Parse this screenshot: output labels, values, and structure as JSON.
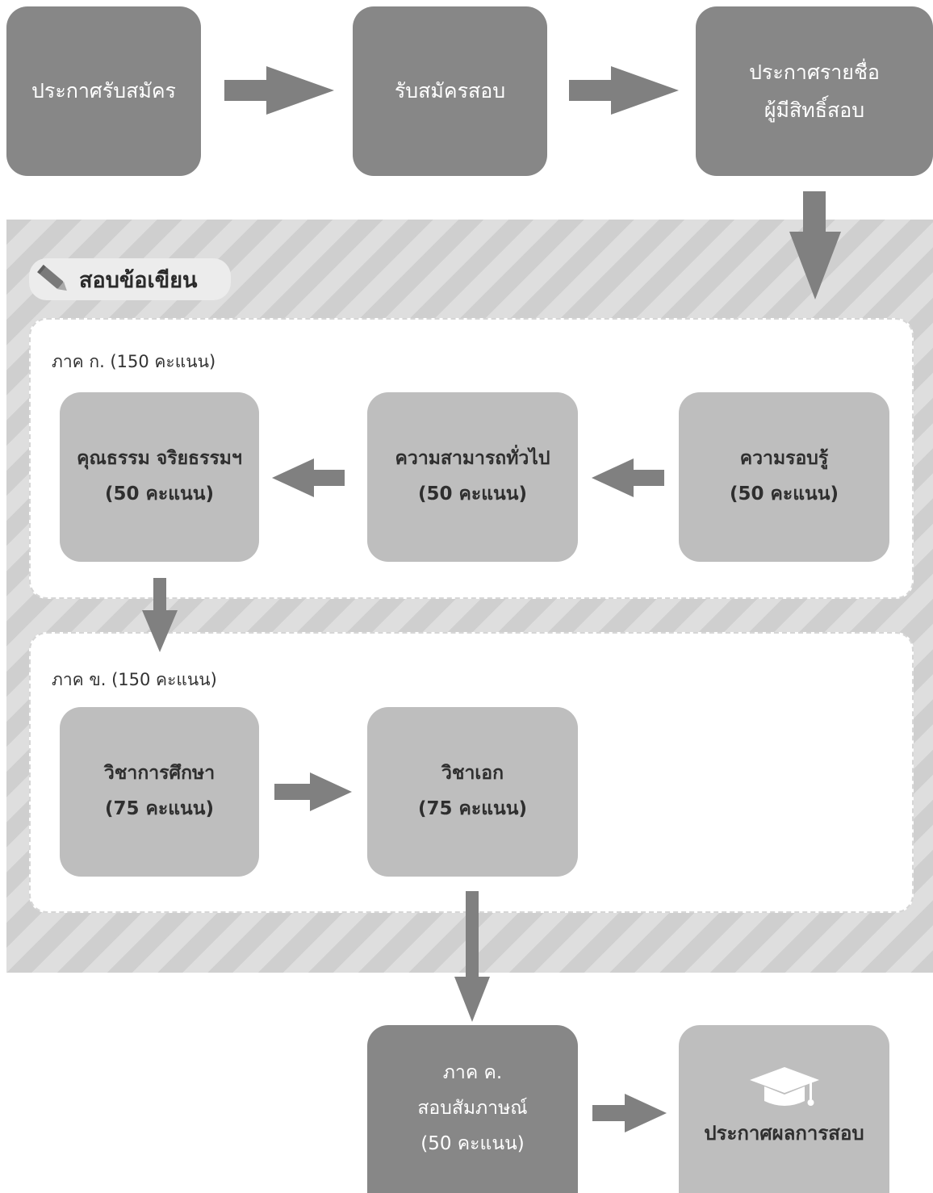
{
  "step1": {
    "label": "ประกาศรับสมัคร"
  },
  "step2": {
    "label": "รับสมัครสอบ"
  },
  "step3": {
    "line1": "ประกาศรายชื่อ",
    "line2": "ผู้มีสิทธิ์สอบ"
  },
  "written_exam": {
    "label": "สอบข้อเขียน",
    "icon": "pencil-icon"
  },
  "part_a": {
    "title": "ภาค ก. (150 คะแนน)",
    "boxes": [
      {
        "line1": "คุณธรรม จริยธรรมฯ",
        "line2": "(50 คะแนน)"
      },
      {
        "line1": "ความสามารถทั่วไป",
        "line2": "(50 คะแนน)"
      },
      {
        "line1": "ความรอบรู้",
        "line2": "(50 คะแนน)"
      }
    ]
  },
  "part_b": {
    "title": "ภาค ข. (150 คะแนน)",
    "boxes": [
      {
        "line1": "วิชาการศึกษา",
        "line2": "(75 คะแนน)"
      },
      {
        "line1": "วิชาเอก",
        "line2": "(75 คะแนน)"
      }
    ]
  },
  "part_c": {
    "line1": "ภาค ค.",
    "line2": "สอบสัมภาษณ์",
    "line3": "(50 คะแนน)"
  },
  "result": {
    "label": "ประกาศผลการสอบ",
    "icon": "graduation-cap-icon"
  },
  "colors": {
    "dark_box": "#878787",
    "light_box": "#bebebe",
    "arrow": "#808080",
    "stripe_a": "#cfcfcf",
    "stripe_b": "#dedede"
  }
}
